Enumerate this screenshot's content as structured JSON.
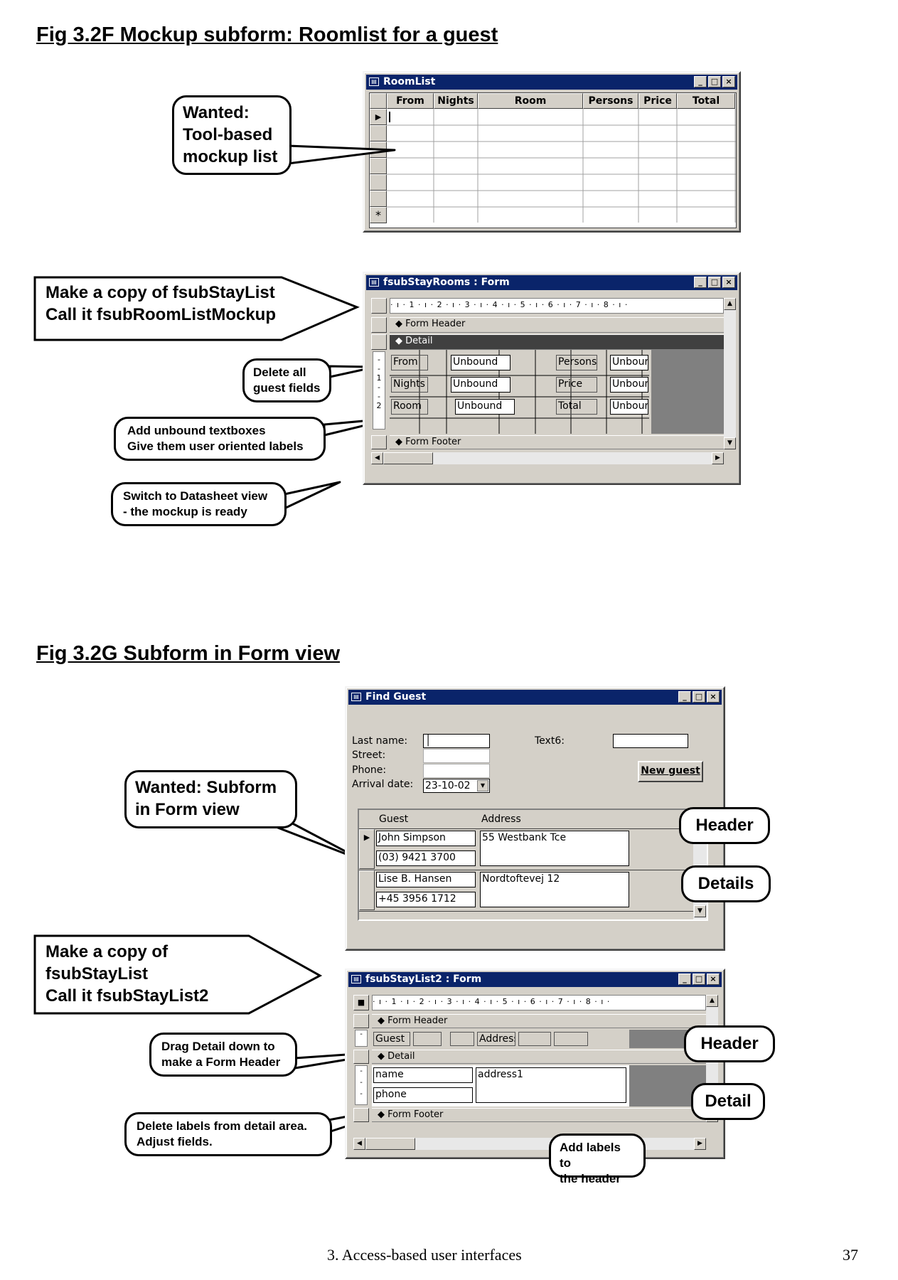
{
  "fig1": {
    "title": "Fig 3.2F  Mockup subform: Roomlist for a guest"
  },
  "fig2": {
    "title": "Fig 3.2G  Subform in Form view"
  },
  "roomlist": {
    "title": "RoomList",
    "columns": [
      "From",
      "Nights",
      "Room",
      "Persons",
      "Price",
      "Total"
    ],
    "new_row_marker": "*"
  },
  "fsubStayRooms": {
    "title": "fsubStayRooms : Form",
    "ruler": "· ı · 1 · ı · 2 · ı · 3 · ı · 4 · ı · 5 · ı · 6 · ı · 7 · ı · 8 · ı ·",
    "form_header": "Form Header",
    "detail": "Detail",
    "form_footer": "Form Footer",
    "labels": [
      "From",
      "Nights",
      "Room",
      "Persons",
      "Price",
      "Total"
    ],
    "unbound": "Unbound",
    "unbound_short": "Unbour",
    "vruler": [
      "1",
      "2"
    ]
  },
  "findGuest": {
    "title": "Find Guest",
    "last_name_label": "Last name:",
    "street_label": "Street:",
    "phone_label": "Phone:",
    "arrival_label": "Arrival date:",
    "arrival_value": "23-10-02",
    "text6_label": "Text6:",
    "new_guest_button": "New guest",
    "subform_header": {
      "guest": "Guest",
      "address": "Address"
    },
    "rows": [
      {
        "name": "John Simpson",
        "phone": "(03) 9421 3700",
        "address": "55 Westbank Tce"
      },
      {
        "name": "Lise B. Hansen",
        "phone": "+45 3956 1712",
        "address": "Nordtoftevej 12"
      }
    ]
  },
  "fsubStayList2": {
    "title": "fsubStayList2 : Form",
    "ruler": "· ı · 1 · ı · 2 · ı · 3 · ı · 4 · ı · 5 · ı · 6 · ı · 7 · ı · 8 · ı ·",
    "form_header": "Form Header",
    "detail": "Detail",
    "form_footer": "Form Footer",
    "header_labels": [
      "Guest",
      "Address"
    ],
    "fields": {
      "name": "name",
      "phone": "phone",
      "address": "address1"
    }
  },
  "callouts": {
    "wanted_tool": "Wanted:\nTool-based\nmockup list",
    "make_copy_1": "Make a copy of fsubStayList\nCall it fsubRoomListMockup",
    "delete_all": "Delete all\nguest fields",
    "add_unbound": "Add unbound textboxes\nGive them user oriented labels",
    "switch_datasheet": "Switch to Datasheet view\n- the mockup is ready",
    "wanted_subform": "Wanted: Subform\nin Form view",
    "header_1": "Header",
    "details_1": "Details",
    "make_copy_2": "Make a copy of\nfsubStayList\nCall it fsubStayList2",
    "drag_detail": "Drag Detail down to\nmake a Form Header",
    "header_2": "Header",
    "detail_2": "Detail",
    "delete_labels": "Delete labels from detail area.\nAdjust fields.",
    "add_labels": "Add labels to\nthe header"
  },
  "footer": {
    "chapter": "3. Access-based user interfaces",
    "page_number": "37"
  }
}
